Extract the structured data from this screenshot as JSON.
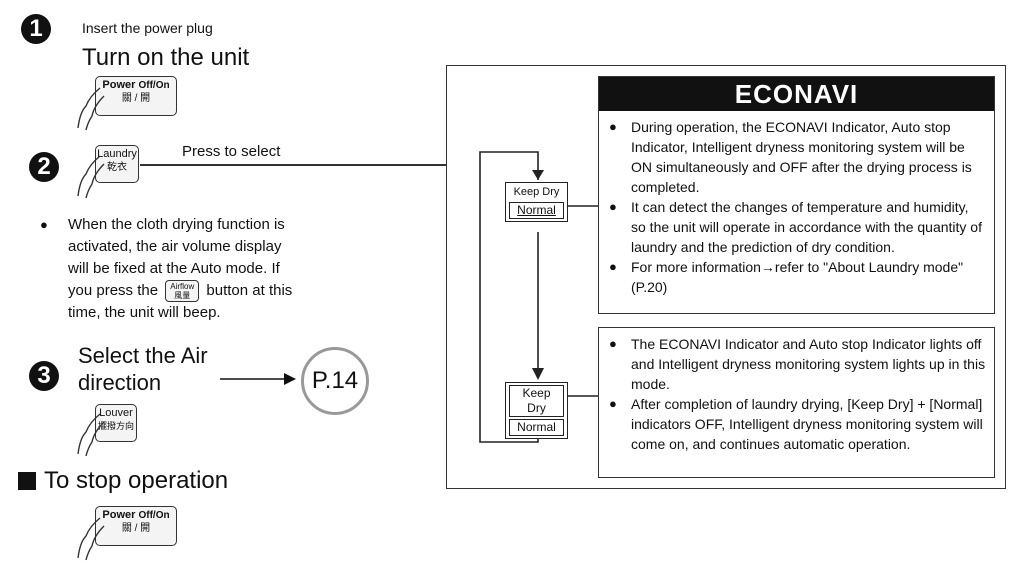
{
  "step1": {
    "number": "1",
    "line1": "Insert the power plug",
    "line2": "Turn on the unit",
    "button": {
      "label": "Power",
      "sub": "Off/On",
      "label2": "關 / 開"
    }
  },
  "step2": {
    "number": "2",
    "button": {
      "label": "Laundry",
      "label2": "乾衣"
    },
    "press_text": "Press to select",
    "note_lines": [
      "When the cloth drying function is",
      "activated, the air volume display",
      "will be fixed at the Auto mode. If",
      "you press the",
      "button at this",
      "time, the unit will beep."
    ],
    "airflow_button": {
      "label": "Airflow",
      "label2": "風量"
    }
  },
  "step3": {
    "number": "3",
    "line1": "Select the Air",
    "line2": "direction",
    "ref": "P.14",
    "button": {
      "label": "Louver",
      "label2": "擺撥方向"
    }
  },
  "stop": {
    "title": "To stop operation",
    "button": {
      "label": "Power",
      "sub": "Off/On",
      "label2": "關 / 開"
    }
  },
  "panel": {
    "econavi_title": "ECONAVI",
    "econavi_bullets": [
      "During operation, the ECONAVI Indicator, Auto stop Indicator, Intelligent dryness monitoring system will be ON simultaneously and OFF after the drying process is completed.",
      "It can detect the changes of temperature and humidity, so the unit will operate in accordance with the quantity of laundry and the prediction of dry condition.",
      "For more information→refer to \"About Laundry mode\" (P.20)"
    ],
    "indicator1": {
      "line1": "Keep Dry",
      "line2": "Normal"
    },
    "indicator2": {
      "line1": "Keep Dry",
      "line2": "Normal"
    },
    "mode_bullets": [
      "The ECONAVI Indicator and Auto stop Indicator lights off and Intelligent dryness monitoring system lights up in this mode.",
      "After completion of laundry drying, [Keep Dry] + [Normal] indicators OFF, Intelligent dryness monitoring system will come on, and continues automatic operation."
    ]
  }
}
